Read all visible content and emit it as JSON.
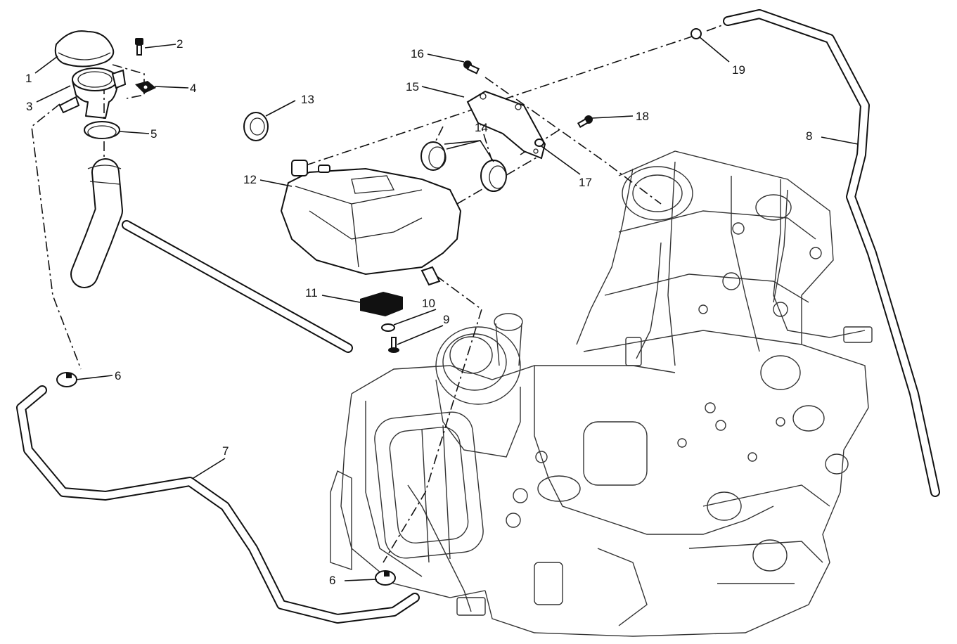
{
  "diagram": {
    "type": "exploded-parts-diagram",
    "subject": "Engine cooling expansion tank and hoses",
    "callouts": [
      {
        "id": "1",
        "part": "filler cap"
      },
      {
        "id": "2",
        "part": "screw"
      },
      {
        "id": "3",
        "part": "filler neck"
      },
      {
        "id": "4",
        "part": "clip nut"
      },
      {
        "id": "5",
        "part": "hose clamp"
      },
      {
        "id": "6a",
        "label": "6",
        "part": "hose clamp (upper)"
      },
      {
        "id": "6b",
        "label": "6",
        "part": "hose clamp (lower)"
      },
      {
        "id": "7",
        "part": "overflow hose"
      },
      {
        "id": "8",
        "part": "breather hose"
      },
      {
        "id": "9",
        "part": "screw"
      },
      {
        "id": "10",
        "part": "washer"
      },
      {
        "id": "11",
        "part": "rubber pad"
      },
      {
        "id": "12",
        "part": "expansion tank"
      },
      {
        "id": "13",
        "part": "cap ring"
      },
      {
        "id": "14",
        "part": "hose clamps"
      },
      {
        "id": "15",
        "part": "bracket"
      },
      {
        "id": "16",
        "part": "screw"
      },
      {
        "id": "17",
        "part": "washer"
      },
      {
        "id": "18",
        "part": "screw"
      },
      {
        "id": "19",
        "part": "clip"
      }
    ],
    "labels": {
      "c1": "1",
      "c2": "2",
      "c3": "3",
      "c4": "4",
      "c5": "5",
      "c6a": "6",
      "c6b": "6",
      "c7": "7",
      "c8": "8",
      "c9": "9",
      "c10": "10",
      "c11": "11",
      "c12": "12",
      "c13": "13",
      "c14": "14",
      "c15": "15",
      "c16": "16",
      "c17": "17",
      "c18": "18",
      "c19": "19"
    }
  }
}
